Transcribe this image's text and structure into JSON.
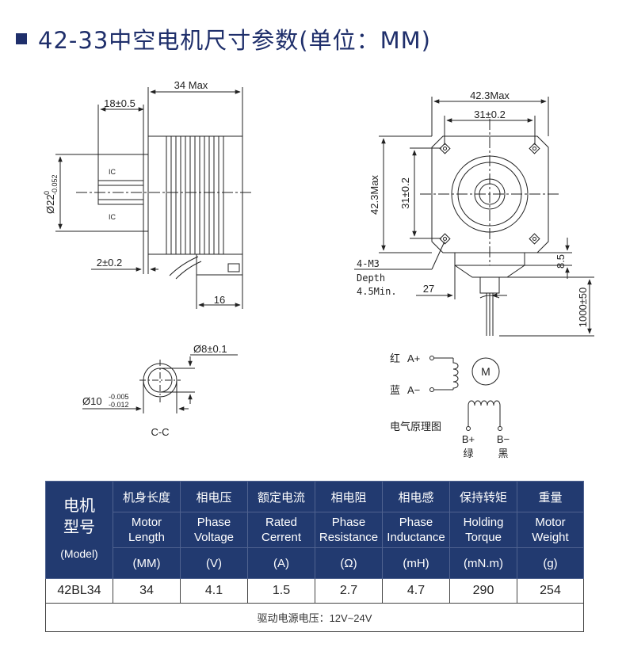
{
  "title": "42-33中空电机尺寸参数(单位：MM)",
  "drawing": {
    "side": {
      "len_max": "34 Max",
      "shaft_len": "18±0.5",
      "flange": "2±0.2",
      "connector": "16",
      "pilot_dia_main": "Ø22",
      "pilot_dia_sup": "0",
      "pilot_dia_sub": "-0.052",
      "ic_label": "IC"
    },
    "front": {
      "body_max_w": "42.3Max",
      "hole_pitch_w": "31±0.2",
      "body_max_h": "42.3Max",
      "hole_pitch_h": "31±0.2",
      "screw_1": "4-M3",
      "screw_2": "Depth",
      "screw_3": "4.5Min.",
      "cable_offset": "27",
      "cable_box_h": "8.5",
      "lead_length": "1000±50"
    },
    "section": {
      "inner_dia": "Ø8±0.1",
      "outer_main": "Ø10",
      "outer_sup": "-0.005",
      "outer_sub": "-0.012",
      "caption": "C-C"
    },
    "schematic": {
      "red": "红",
      "a_plus": "A+",
      "blue": "蓝",
      "a_minus": "A−",
      "motor": "M",
      "b_plus": "B+",
      "b_minus": "B−",
      "green": "绿",
      "black": "黑",
      "caption": "电气原理图"
    }
  },
  "table": {
    "model_zh_1": "电机",
    "model_zh_2": "型号",
    "model_en": "(Model)",
    "columns": [
      {
        "zh": "机身长度",
        "en1": "Motor",
        "en2": "Length",
        "unit": "(MM)",
        "value": "34"
      },
      {
        "zh": "相电压",
        "en1": "Phase",
        "en2": "Voltage",
        "unit": "(V)",
        "value": "4.1"
      },
      {
        "zh": "额定电流",
        "en1": "Rated",
        "en2": "Cerrent",
        "unit": "(A)",
        "value": "1.5"
      },
      {
        "zh": "相电阻",
        "en1": "Phase",
        "en2": "Resistance",
        "unit": "(Ω)",
        "value": "2.7"
      },
      {
        "zh": "相电感",
        "en1": "Phase",
        "en2": "Inductance",
        "unit": "(mH)",
        "value": "4.7"
      },
      {
        "zh": "保持转矩",
        "en1": "Holding",
        "en2": "Torque",
        "unit": "(mN.m)",
        "value": "290"
      },
      {
        "zh": "重量",
        "en1": "Motor",
        "en2": "Weight",
        "unit": "(g)",
        "value": "254"
      }
    ],
    "model_value": "42BL34",
    "note": "驱动电源电压：12V~24V"
  },
  "colors": {
    "header_bg": "#223a70",
    "title": "#1f2f6b"
  }
}
